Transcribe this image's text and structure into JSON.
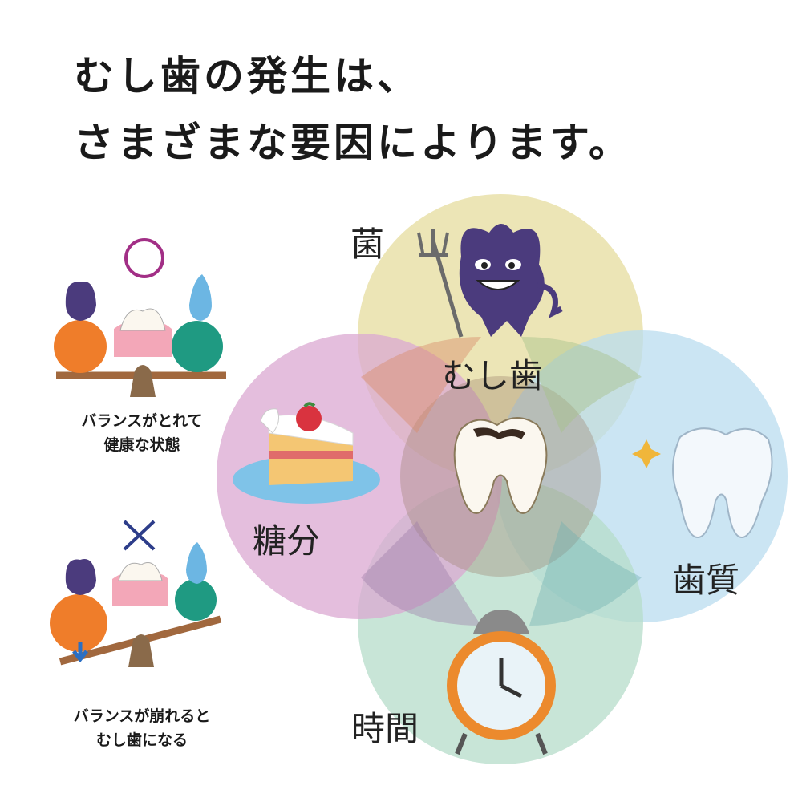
{
  "title": {
    "line1": "むし歯の発生は、",
    "line2": "さまざまな要因によります。"
  },
  "left": {
    "healthy_caption_line1": "バランスがとれて",
    "healthy_caption_line2": "健康な状態",
    "healthy_mark": "circle",
    "decay_caption_line1": "バランスが崩れると",
    "decay_caption_line2": "むし歯になる",
    "decay_mark": "cross"
  },
  "venn": {
    "top_label": "菌",
    "left_label": "糖分",
    "right_label": "歯質",
    "bottom_label": "時間",
    "center_label": "むし歯"
  },
  "colors": {
    "bacteria_circle": "#e6dc9e",
    "sugar_circle": "#dba8d2",
    "enamel_circle": "#b9dcef",
    "time_circle": "#b5dcc9",
    "left_ball": "#ef7d2a",
    "right_ball": "#1f9a82",
    "plank": "#a1683e",
    "gum": "#f3a7b8",
    "bacteria": "#4b3b7d"
  }
}
